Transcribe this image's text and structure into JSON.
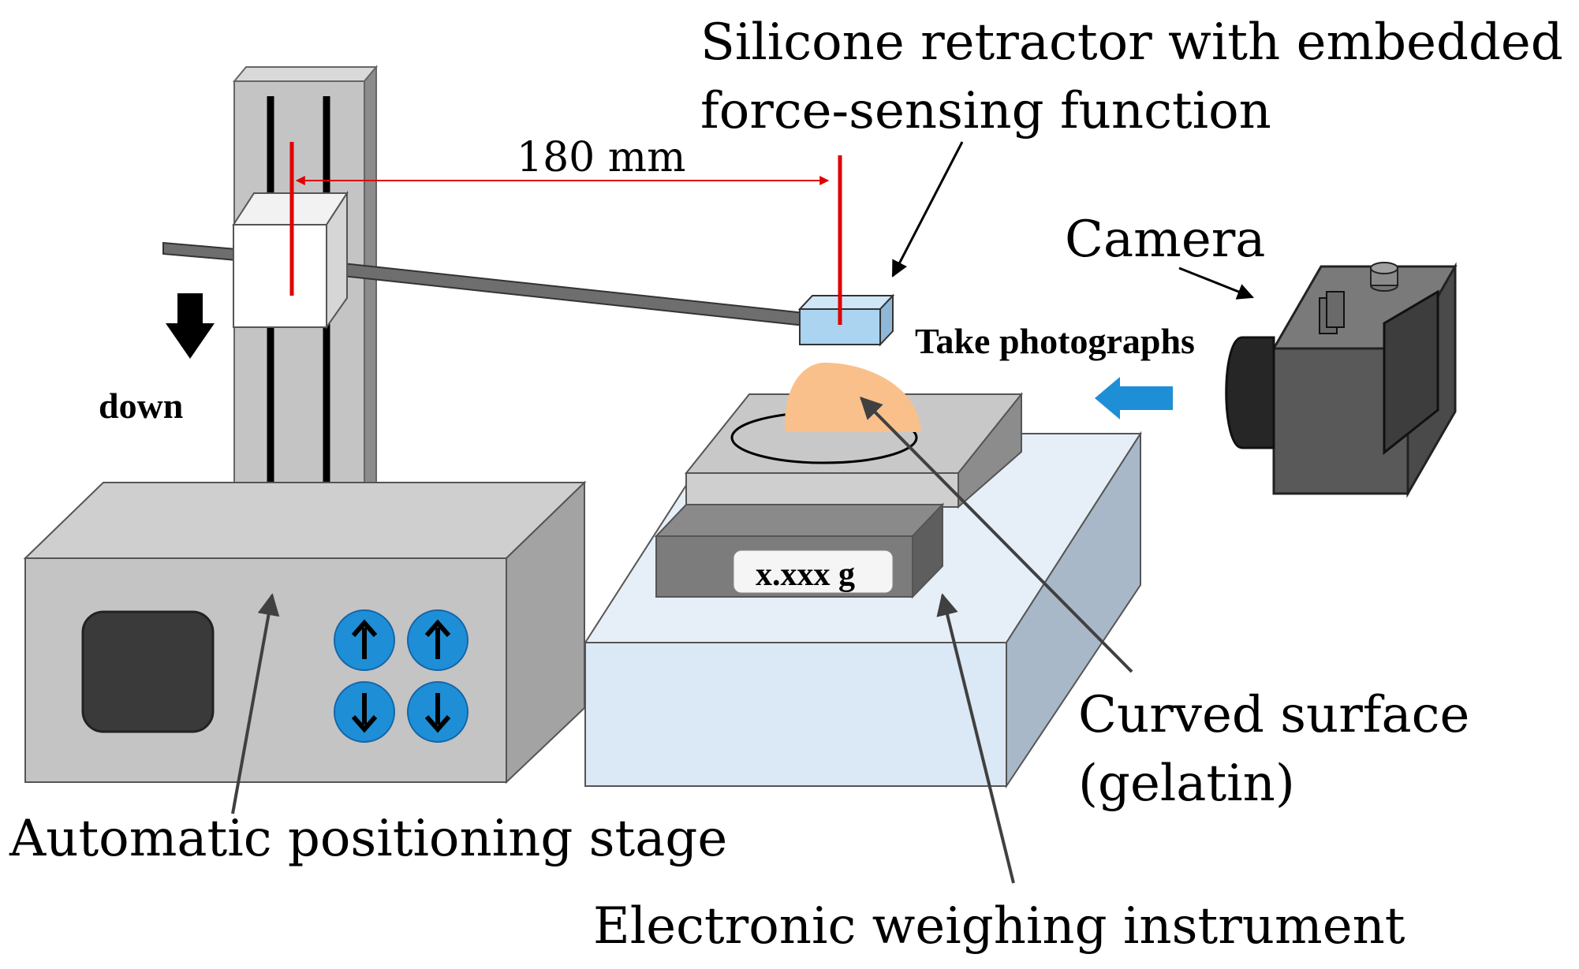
{
  "labels": {
    "retractor": [
      "Silicone retractor with embedded",
      "force-sensing function"
    ],
    "distance": "180 mm",
    "camera": "Camera",
    "take_photos": "Take photographs",
    "down": "down",
    "display": "x.xxx g",
    "curved": [
      "Curved surface",
      "(gelatin)"
    ],
    "stage": "Automatic positioning stage",
    "scale": "Electronic weighing instrument"
  },
  "colors": {
    "grey_light": "#c8c8c8",
    "grey_mid": "#a6a6a6",
    "grey_dark": "#7a7a7a",
    "button_blue": "#1e8fd6",
    "arrow_blue": "#1e8fd6",
    "sensor_blue": "#aad4f0",
    "platform_face": "#dbe8f5",
    "platform_side": "#a8b8c8",
    "gelatin": "#f9c08b",
    "red_marker": "#e00000",
    "camera_body": "#595959"
  },
  "icons": [
    "arrow-down-icon",
    "arrow-up-icon",
    "camera-icon",
    "arrow-left-icon"
  ]
}
